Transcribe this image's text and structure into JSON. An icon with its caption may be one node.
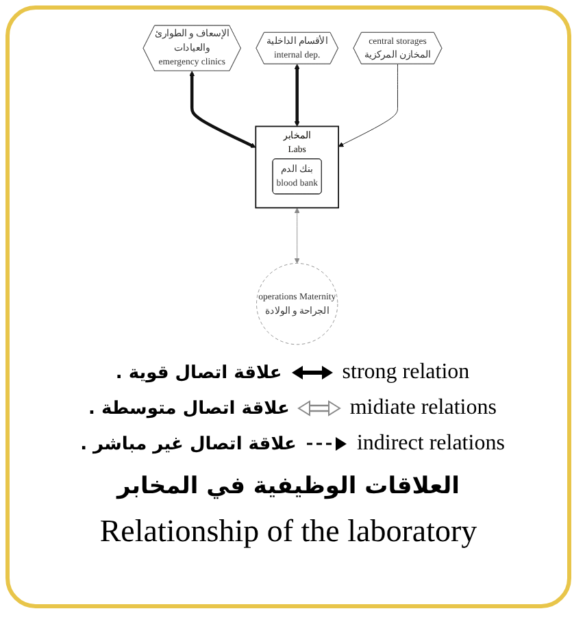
{
  "diagram": {
    "title": "العلاقات الوظيفية في المخابر",
    "caption": "Relationship of the laboratory",
    "nodes": [
      {
        "text": [
          "الإسعاف و الطوارئ",
          "والعيادات",
          "emergency clinics"
        ]
      },
      {
        "text": [
          "الأقسام الداخلية",
          "internal dep."
        ]
      },
      {
        "text": [
          "المخابر",
          "Labs"
        ]
      },
      {
        "text": [
          "بنك الدم",
          "blood bank"
        ],
        "in": 2
      },
      {
        "text": [
          "central storages",
          "المخازن المركزية"
        ]
      },
      {
        "text": [
          "operations Maternity",
          "الجراحة و الولادة"
        ]
      }
    ],
    "edges": [
      {
        "from": 0,
        "to": 2,
        "arrow": "both",
        "style": "thick"
      },
      {
        "from": 1,
        "to": 2,
        "arrow": "both",
        "style": "thick"
      },
      {
        "from": 4,
        "to": 2,
        "arrow": "to"
      },
      {
        "from": 2,
        "to": 5,
        "arrow": "both",
        "color": "#888888"
      }
    ],
    "legend": [
      {
        "text": "علاقة اتصال قوية ."
      },
      {
        "text": "strong relation"
      },
      {
        "text": "علاقة اتصال متوسطة ."
      },
      {
        "text": "midiate relations"
      },
      {
        "text": "علاقة اتصال غير مباشر ."
      },
      {
        "text": "indirect relations"
      }
    ]
  }
}
